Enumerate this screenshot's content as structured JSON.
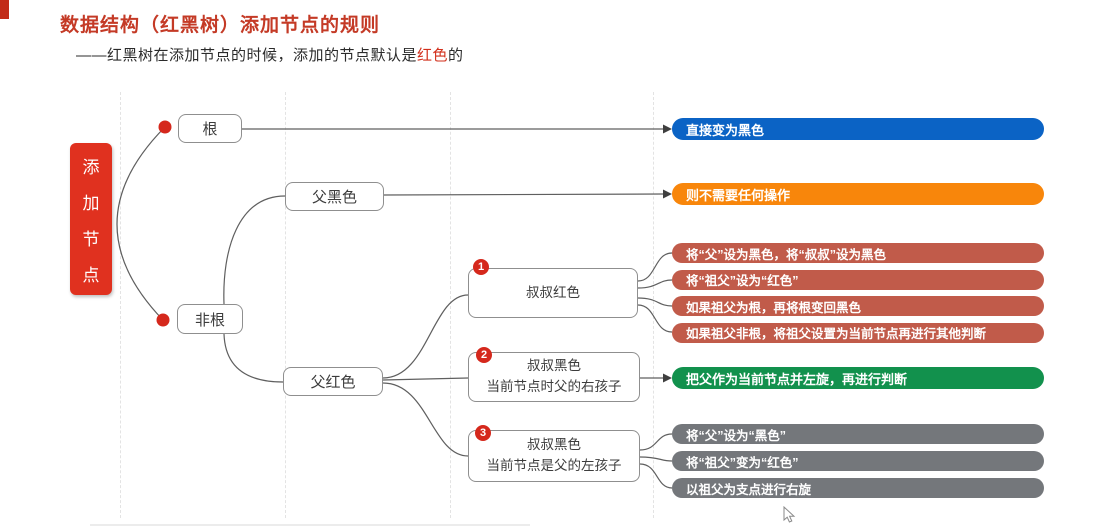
{
  "page": {
    "title": "数据结构（红黑树）添加节点的规则",
    "subtitle_prefix": "——红黑树在添加节点的时候，添加的节点默认是",
    "subtitle_highlight": "红色",
    "subtitle_suffix": "的"
  },
  "colors": {
    "title_red": "#c43a26",
    "highlight_red": "#d22f1b",
    "root_node_red": "#e0311f",
    "dot_badge_red": "#d5281c",
    "bar_blue": "#0b63c5",
    "bar_orange": "#f8860b",
    "bar_salmon": "#c15b4a",
    "bar_green": "#12914d",
    "bar_gray": "#74777b"
  },
  "mindmap": {
    "root": {
      "chars": [
        "添",
        "加",
        "节",
        "点"
      ],
      "label": "添加节点"
    },
    "nodes": {
      "root_case": "根",
      "nonroot_case": "非根",
      "parent_black": "父黑色",
      "parent_red": "父红色",
      "case1": {
        "badge": "1",
        "line1": "叔叔红色",
        "line2": ""
      },
      "case2": {
        "badge": "2",
        "line1": "叔叔黑色",
        "line2": "当前节点时父的右孩子"
      },
      "case3": {
        "badge": "3",
        "line1": "叔叔黑色",
        "line2": "当前节点是父的左孩子"
      }
    },
    "results": {
      "root_action": "直接变为黑色",
      "parent_black_action": "则不需要任何操作",
      "case1_actions": [
        "将“父”设为黑色，将“叔叔”设为黑色",
        "将“祖父”设为“红色”",
        "如果祖父为根，再将根变回黑色",
        "如果祖父非根，将祖父设置为当前节点再进行其他判断"
      ],
      "case2_action": "把父作为当前节点并左旋，再进行判断",
      "case3_actions": [
        "将“父”设为“黑色”",
        "将“祖父”变为“红色”",
        "以祖父为支点进行右旋"
      ]
    }
  }
}
